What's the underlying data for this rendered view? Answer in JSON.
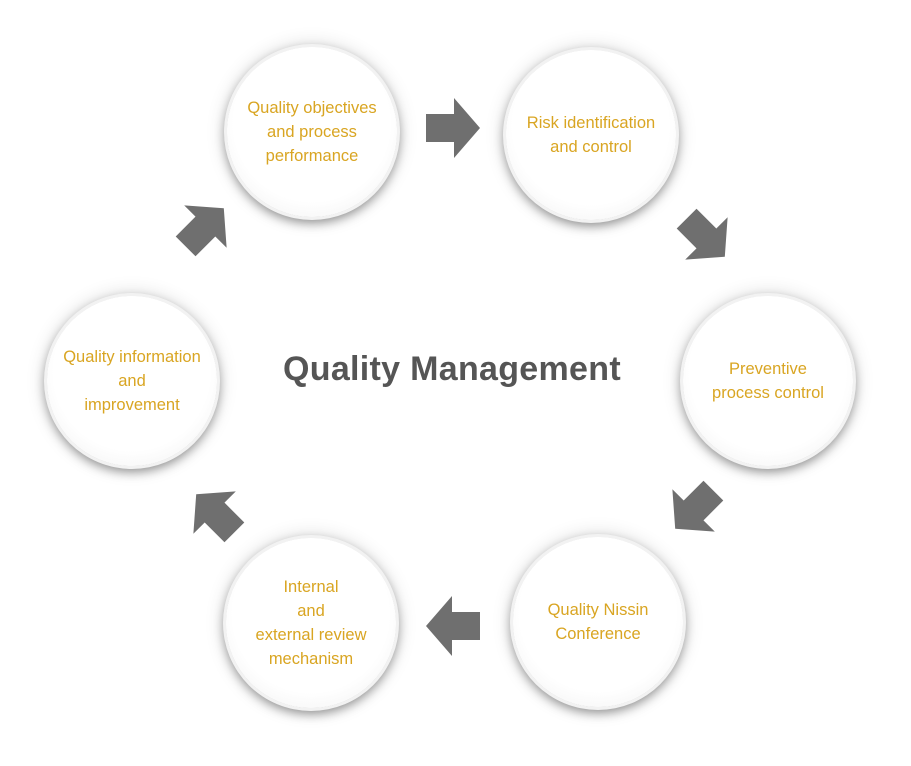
{
  "diagram": {
    "title": "Quality Management",
    "node_color": "#d9a522",
    "title_color": "#555555",
    "arrow_color": "#6f6f6f",
    "nodes": [
      {
        "label": "Quality objectives\nand process\nperformance"
      },
      {
        "label": "Risk identification\nand control"
      },
      {
        "label": "Preventive\nprocess control"
      },
      {
        "label": "Quality Nissin\nConference"
      },
      {
        "label": "Internal\nand\nexternal review\nmechanism"
      },
      {
        "label": "Quality information\nand\nimprovement"
      }
    ]
  }
}
